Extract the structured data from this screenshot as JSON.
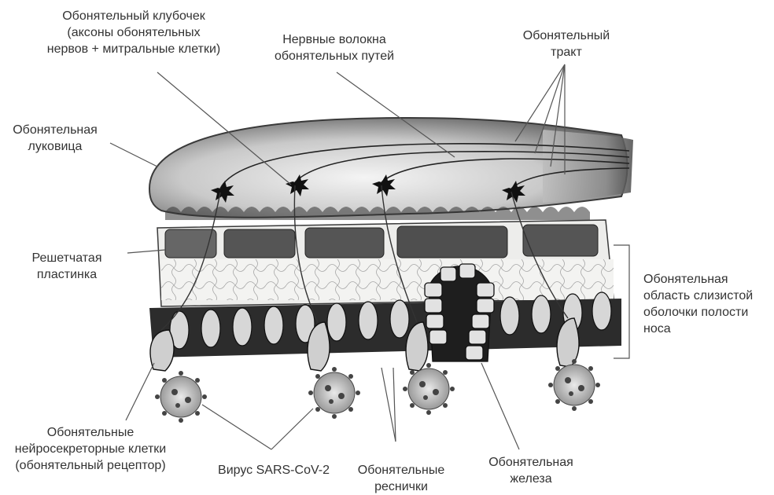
{
  "labels": {
    "glomerulus": [
      "Обонятельный клубочек",
      "(аксоны обонятельных",
      "нервов + митральные клетки)"
    ],
    "nerve_fibers": [
      "Нервные волокна",
      "обонятельных путей"
    ],
    "tract": [
      "Обонятельный",
      "тракт"
    ],
    "bulb": [
      "Обонятельная",
      "луковица"
    ],
    "cribriform": [
      "Решетчатая",
      "пластинка"
    ],
    "mucosa": [
      "Обонятельная",
      "область слизистой",
      "оболочки полости",
      "носа"
    ],
    "neurosecretory": [
      "Обонятельные",
      "нейросекреторные клетки",
      "(обонятельный рецептор)"
    ],
    "virus": [
      "Вирус SARS-CoV-2"
    ],
    "cilia": [
      "Обонятельные",
      "реснички"
    ],
    "gland": [
      "Обонятельная",
      "железа"
    ]
  }
}
